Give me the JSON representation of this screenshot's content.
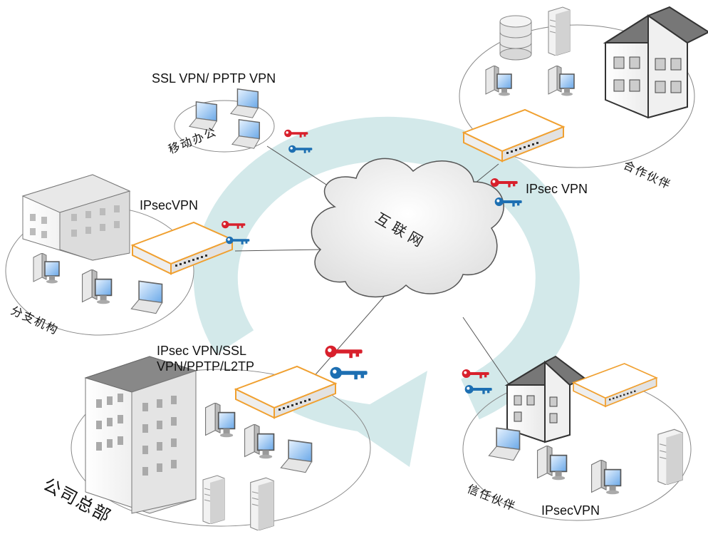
{
  "cloud": {
    "label": "互 联 网"
  },
  "sites": {
    "mobile": {
      "name": "移动办公",
      "vpn": "SSL VPN/ PPTP VPN"
    },
    "partner": {
      "name": "合作伙伴",
      "vpn": "IPsec VPN"
    },
    "branch": {
      "name": "分支机构",
      "vpn": "IPsecVPN"
    },
    "hq": {
      "name": "公司总部",
      "vpn_line1": "IPsec VPN/SSL",
      "vpn_line2": "VPN/PPTP/L2TP"
    },
    "trusted": {
      "name": "信任伙伴",
      "vpn": "IPsecVPN"
    }
  },
  "colors": {
    "ring": "#d3e9ea",
    "key_red": "#d8202c",
    "key_blue": "#1d6fb2",
    "device_outline": "#f0a030",
    "line": "#555555"
  }
}
